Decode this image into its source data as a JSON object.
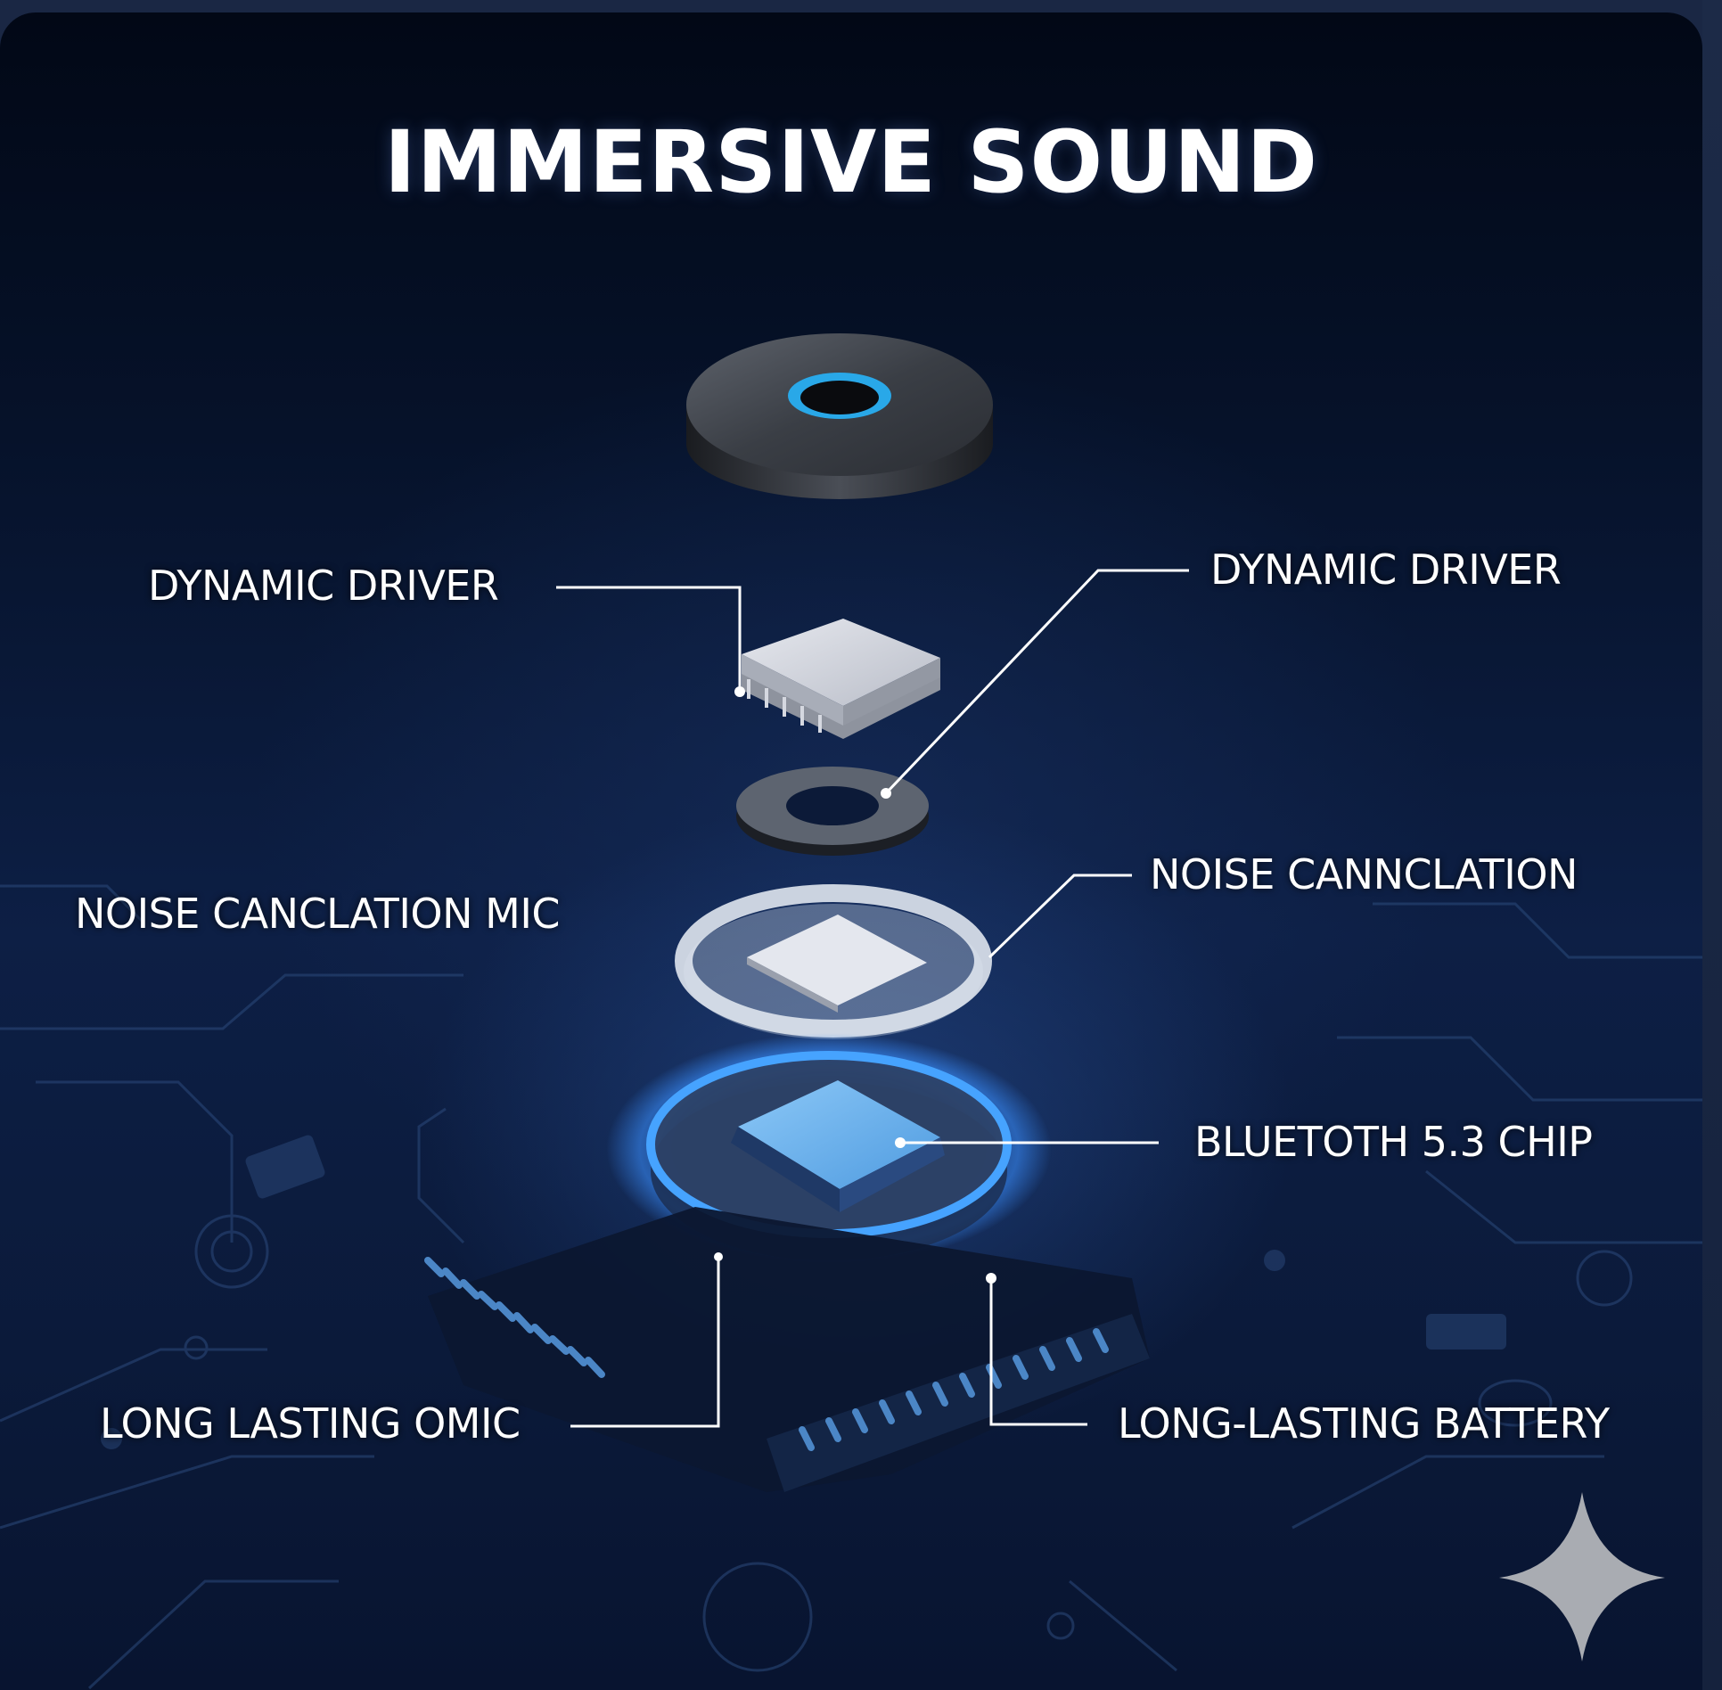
{
  "title": "IMMERSIVE SOUND",
  "callouts": {
    "left_top": "DYNAMIC DRIVER",
    "right_top": "DYNAMIC DRIVER",
    "left_mid": "NOISE CANCLATION MIC",
    "right_mid": "NOISE CANNCLATION",
    "right_chip": "BLUETOTH 5.3 CHIP",
    "left_bottom": "LONG LASTING OMIC",
    "right_bottom": "LONG-LASTING BATTERY"
  },
  "components": [
    {
      "name": "earbud-cap",
      "color": "#2a2d33",
      "accent": "#29a8e8"
    },
    {
      "name": "driver-chip",
      "color": "#c9ccd6"
    },
    {
      "name": "gasket-ring",
      "color": "#5d6470"
    },
    {
      "name": "mic-ring",
      "color": "#dfe5ee"
    },
    {
      "name": "bluetooth-chip",
      "color": "#6fb4ec",
      "glow": "#3a8fff"
    },
    {
      "name": "battery-board",
      "color": "#0e1a33"
    }
  ],
  "colors": {
    "background_top": "#020816",
    "background_mid": "#0d1f45",
    "leader_line": "#ffffff",
    "text": "#ffffff",
    "glow": "#3a8fff"
  },
  "watermark": "sparkle-icon"
}
